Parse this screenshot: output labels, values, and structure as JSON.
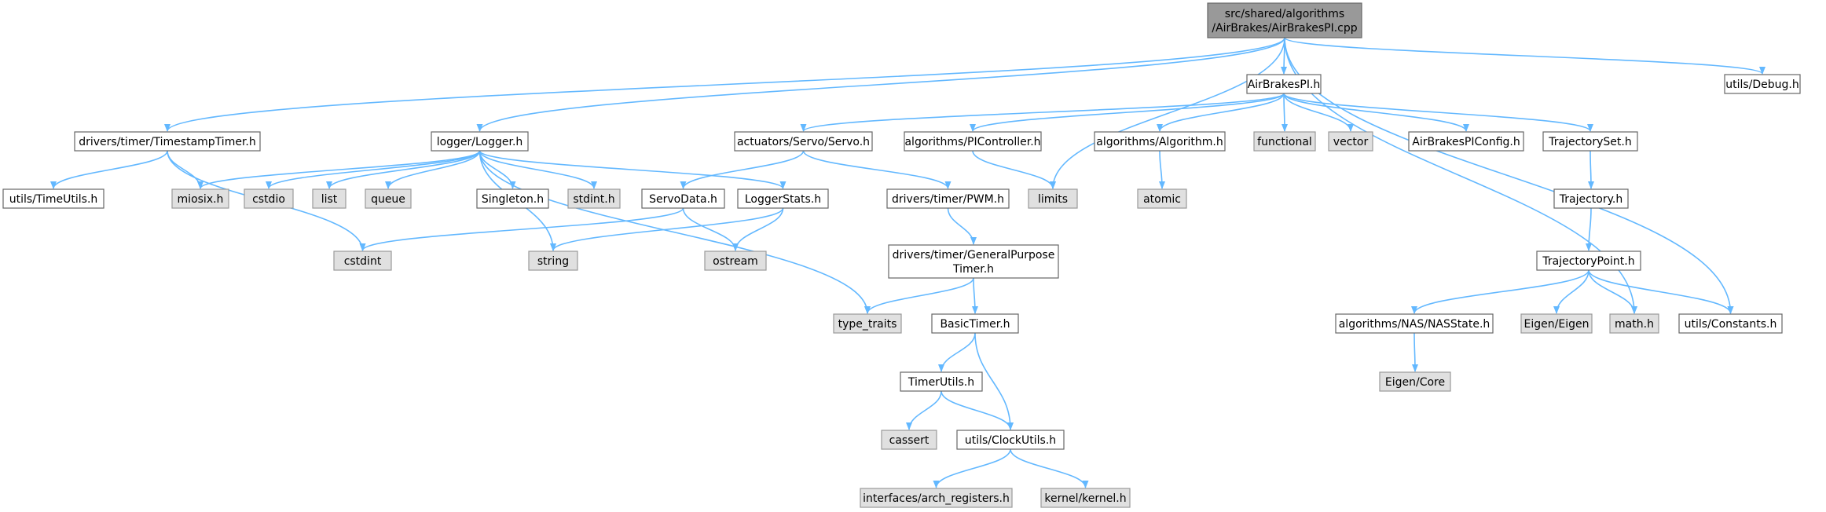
{
  "colors": {
    "root_fill": "#999999",
    "root_stroke": "#666666",
    "local_fill": "#ffffff",
    "local_stroke": "#666666",
    "system_fill": "#e0e0e0",
    "system_stroke": "#999999",
    "edge": "#63b8ff"
  },
  "nodes": [
    {
      "id": "root",
      "lines": [
        "src/shared/algorithms",
        "/AirBrakes/AirBrakesPI.cpp"
      ],
      "kind": "root"
    },
    {
      "id": "airbrakespi_h",
      "lines": [
        "AirBrakesPI.h"
      ],
      "kind": "local"
    },
    {
      "id": "utils_debug",
      "lines": [
        "utils/Debug.h"
      ],
      "kind": "local"
    },
    {
      "id": "timestamp_timer",
      "lines": [
        "drivers/timer/TimestampTimer.h"
      ],
      "kind": "local"
    },
    {
      "id": "logger",
      "lines": [
        "logger/Logger.h"
      ],
      "kind": "local"
    },
    {
      "id": "servo",
      "lines": [
        "actuators/Servo/Servo.h"
      ],
      "kind": "local"
    },
    {
      "id": "picontroller",
      "lines": [
        "algorithms/PIController.h"
      ],
      "kind": "local"
    },
    {
      "id": "algorithm",
      "lines": [
        "algorithms/Algorithm.h"
      ],
      "kind": "local"
    },
    {
      "id": "functional",
      "lines": [
        "functional"
      ],
      "kind": "system"
    },
    {
      "id": "vector",
      "lines": [
        "vector"
      ],
      "kind": "system"
    },
    {
      "id": "airbrakespiconfig",
      "lines": [
        "AirBrakesPIConfig.h"
      ],
      "kind": "local"
    },
    {
      "id": "trajectoryset",
      "lines": [
        "TrajectorySet.h"
      ],
      "kind": "local"
    },
    {
      "id": "timeutils",
      "lines": [
        "utils/TimeUtils.h"
      ],
      "kind": "local"
    },
    {
      "id": "miosix",
      "lines": [
        "miosix.h"
      ],
      "kind": "system"
    },
    {
      "id": "cstdio",
      "lines": [
        "cstdio"
      ],
      "kind": "system"
    },
    {
      "id": "list",
      "lines": [
        "list"
      ],
      "kind": "system"
    },
    {
      "id": "queue",
      "lines": [
        "queue"
      ],
      "kind": "system"
    },
    {
      "id": "singleton",
      "lines": [
        "Singleton.h"
      ],
      "kind": "local"
    },
    {
      "id": "stdint_h",
      "lines": [
        "stdint.h"
      ],
      "kind": "system"
    },
    {
      "id": "servodata",
      "lines": [
        "ServoData.h"
      ],
      "kind": "local"
    },
    {
      "id": "loggerstats",
      "lines": [
        "LoggerStats.h"
      ],
      "kind": "local"
    },
    {
      "id": "pwm",
      "lines": [
        "drivers/timer/PWM.h"
      ],
      "kind": "local"
    },
    {
      "id": "limits",
      "lines": [
        "limits"
      ],
      "kind": "system"
    },
    {
      "id": "atomic",
      "lines": [
        "atomic"
      ],
      "kind": "system"
    },
    {
      "id": "trajectory",
      "lines": [
        "Trajectory.h"
      ],
      "kind": "local"
    },
    {
      "id": "cstdint",
      "lines": [
        "cstdint"
      ],
      "kind": "system"
    },
    {
      "id": "string",
      "lines": [
        "string"
      ],
      "kind": "system"
    },
    {
      "id": "ostream",
      "lines": [
        "ostream"
      ],
      "kind": "system"
    },
    {
      "id": "gp_timer",
      "lines": [
        "drivers/timer/GeneralPurpose",
        "Timer.h"
      ],
      "kind": "local"
    },
    {
      "id": "trajectorypoint",
      "lines": [
        "TrajectoryPoint.h"
      ],
      "kind": "local"
    },
    {
      "id": "type_traits",
      "lines": [
        "type_traits"
      ],
      "kind": "system"
    },
    {
      "id": "basictimer",
      "lines": [
        "BasicTimer.h"
      ],
      "kind": "local"
    },
    {
      "id": "nasstate",
      "lines": [
        "algorithms/NAS/NASState.h"
      ],
      "kind": "local"
    },
    {
      "id": "eigen",
      "lines": [
        "Eigen/Eigen"
      ],
      "kind": "system"
    },
    {
      "id": "math_h",
      "lines": [
        "math.h"
      ],
      "kind": "system"
    },
    {
      "id": "utils_constants",
      "lines": [
        "utils/Constants.h"
      ],
      "kind": "local"
    },
    {
      "id": "timerutils",
      "lines": [
        "TimerUtils.h"
      ],
      "kind": "local"
    },
    {
      "id": "eigen_core",
      "lines": [
        "Eigen/Core"
      ],
      "kind": "system"
    },
    {
      "id": "cassert",
      "lines": [
        "cassert"
      ],
      "kind": "system"
    },
    {
      "id": "clockutils",
      "lines": [
        "utils/ClockUtils.h"
      ],
      "kind": "local"
    },
    {
      "id": "arch_registers",
      "lines": [
        "interfaces/arch_registers.h"
      ],
      "kind": "system"
    },
    {
      "id": "kernel",
      "lines": [
        "kernel/kernel.h"
      ],
      "kind": "system"
    }
  ],
  "edges": [
    {
      "from": "root",
      "to": "airbrakespi_h"
    },
    {
      "from": "root",
      "to": "utils_debug"
    },
    {
      "from": "root",
      "to": "timestamp_timer"
    },
    {
      "from": "root",
      "to": "logger"
    },
    {
      "from": "root",
      "to": "limits"
    },
    {
      "from": "root",
      "to": "math_h"
    },
    {
      "from": "root",
      "to": "utils_constants"
    },
    {
      "from": "airbrakespi_h",
      "to": "servo"
    },
    {
      "from": "airbrakespi_h",
      "to": "picontroller"
    },
    {
      "from": "airbrakespi_h",
      "to": "algorithm"
    },
    {
      "from": "airbrakespi_h",
      "to": "functional"
    },
    {
      "from": "airbrakespi_h",
      "to": "vector"
    },
    {
      "from": "airbrakespi_h",
      "to": "airbrakespiconfig"
    },
    {
      "from": "airbrakespi_h",
      "to": "trajectoryset"
    },
    {
      "from": "timestamp_timer",
      "to": "timeutils"
    },
    {
      "from": "timestamp_timer",
      "to": "miosix"
    },
    {
      "from": "timestamp_timer",
      "to": "cstdint"
    },
    {
      "from": "logger",
      "to": "miosix"
    },
    {
      "from": "logger",
      "to": "cstdio"
    },
    {
      "from": "logger",
      "to": "list"
    },
    {
      "from": "logger",
      "to": "queue"
    },
    {
      "from": "logger",
      "to": "singleton"
    },
    {
      "from": "logger",
      "to": "stdint_h"
    },
    {
      "from": "logger",
      "to": "loggerstats"
    },
    {
      "from": "logger",
      "to": "string"
    },
    {
      "from": "logger",
      "to": "type_traits"
    },
    {
      "from": "servo",
      "to": "servodata"
    },
    {
      "from": "servo",
      "to": "pwm"
    },
    {
      "from": "picontroller",
      "to": "limits"
    },
    {
      "from": "algorithm",
      "to": "atomic"
    },
    {
      "from": "trajectoryset",
      "to": "trajectory"
    },
    {
      "from": "servodata",
      "to": "cstdint"
    },
    {
      "from": "servodata",
      "to": "ostream"
    },
    {
      "from": "loggerstats",
      "to": "string"
    },
    {
      "from": "loggerstats",
      "to": "ostream"
    },
    {
      "from": "pwm",
      "to": "gp_timer"
    },
    {
      "from": "gp_timer",
      "to": "type_traits"
    },
    {
      "from": "gp_timer",
      "to": "basictimer"
    },
    {
      "from": "trajectory",
      "to": "trajectorypoint"
    },
    {
      "from": "trajectorypoint",
      "to": "nasstate"
    },
    {
      "from": "trajectorypoint",
      "to": "eigen"
    },
    {
      "from": "trajectorypoint",
      "to": "math_h"
    },
    {
      "from": "trajectorypoint",
      "to": "utils_constants"
    },
    {
      "from": "basictimer",
      "to": "timerutils"
    },
    {
      "from": "basictimer",
      "to": "clockutils"
    },
    {
      "from": "nasstate",
      "to": "eigen_core"
    },
    {
      "from": "timerutils",
      "to": "cassert"
    },
    {
      "from": "timerutils",
      "to": "clockutils"
    },
    {
      "from": "clockutils",
      "to": "arch_registers"
    },
    {
      "from": "clockutils",
      "to": "kernel"
    }
  ]
}
